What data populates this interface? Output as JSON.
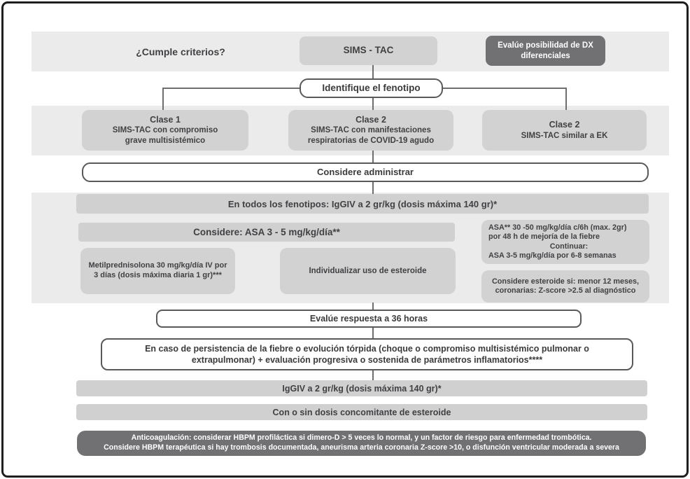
{
  "colors": {
    "band_bg": "#ebebec",
    "gray_box_bg": "#d2d2d3",
    "dark_box_bg": "#717173",
    "line": "#6d6e70",
    "text": "#414042",
    "white_box_border": "#58595b"
  },
  "top": {
    "criteria_question": "¿Cumple criterios?",
    "sims_tac": "SIMS - TAC",
    "dx_differential_line1": "Evalúe posibilidad de DX",
    "dx_differential_line2": "diferenciales"
  },
  "phenotype": {
    "identify": "Identifique el fenotipo",
    "classes": [
      {
        "title": "Clase 1",
        "line1": "SIMS-TAC con compromiso",
        "line2": "grave multisistémico"
      },
      {
        "title": "Clase 2",
        "line1": "SIMS-TAC con manifestaciones",
        "line2": "respiratorias de COVID-19 agudo"
      },
      {
        "title": "Clase 2",
        "line1": "SIMS-TAC similar a EK",
        "line2": ""
      }
    ]
  },
  "treatment": {
    "consider_administer": "Considere administrar",
    "all_phenotypes": "En todos los fenotipos: IgGIV a 2 gr/kg (dosis máxima 140 gr)*",
    "consider_asa": "Considere: ASA 3 - 5 mg/kg/día**",
    "methylprednisolone_line1": "Metilprednisolona 30 mg/kg/día IV por",
    "methylprednisolone_line2": "3 días (dosis máxima diaria 1 gr)***",
    "individualize_steroid": "Individualizar uso de esteroide",
    "asa_detail_line1": "ASA** 30 -50 mg/kg/día c/6h (max. 2gr)",
    "asa_detail_line2": "por 48 h de mejoría de la fiebre",
    "asa_detail_line3": "Continuar:",
    "asa_detail_line4": "ASA 3-5 mg/kg/día por 6-8 semanas",
    "steroid_if_line1": "Considere esteroide si: menor 12 meses,",
    "steroid_if_line2": "coronarias: Z-score >2.5 al diagnóstico"
  },
  "followup": {
    "evaluate_36h": "Evalúe respuesta a 36 horas",
    "persistence": "En caso de persistencia de la fiebre o evolución tórpida (choque o compromiso multisistémico pulmonar o extrapulmonar) + evaluación progresiva o sostenida de parámetros inflamatorios****",
    "iggiv_repeat": "IgGIV a 2 gr/kg (dosis máxima 140 gr)*",
    "steroid_concomitant": "Con o sin dosis concomitante de esteroide"
  },
  "anticoagulation": {
    "line1": "Anticoagulación: considerar HBPM profiláctica si dimero-D > 5 veces lo normal, y un factor de riesgo para enfermedad trombótica.",
    "line2": "Considere HBPM terapéutica si hay trombosis documentada, aneurisma arteria coronaria Z-score >10, o disfunción ventricular moderada a severa"
  }
}
